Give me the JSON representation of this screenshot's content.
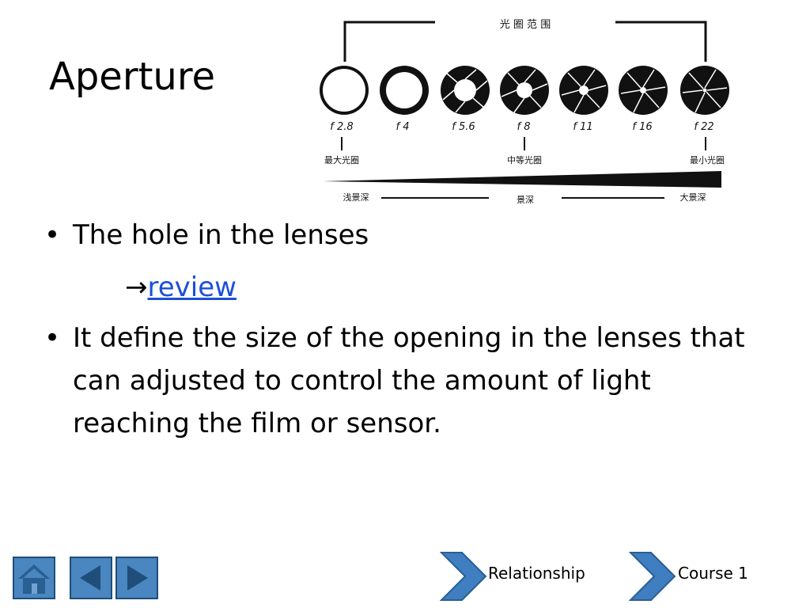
{
  "slide": {
    "title": "Aperture",
    "bullets": [
      "The hole in the lenses",
      "It define the size of the opening in the lenses that can adjusted to control the amount of light reaching the film or sensor."
    ],
    "sub_arrow": "→",
    "sub_link": "review",
    "bullet_glyph": "•"
  },
  "figure": {
    "header": "光 圈 范 围",
    "fstops": [
      "f 2.8",
      "f 4",
      "f 5.6",
      "f 8",
      "f 11",
      "f 16",
      "f 22"
    ],
    "label_max": "最大光圈",
    "label_mid": "中等光圈",
    "label_min": "最小光圈",
    "dof_shallow": "浅景深",
    "dof_center": "景深",
    "dof_large": "大景深"
  },
  "nav": {
    "relationship": "Relationship",
    "course": "Course 1"
  },
  "colors": {
    "nav_blue": "#4a86c0",
    "nav_border": "#1f4e7a",
    "link": "#1d4fd8"
  },
  "icons": {
    "home": "home-icon",
    "back": "triangle-left-icon",
    "forward": "triangle-right-icon",
    "chevron": "chevron-right-icon"
  }
}
